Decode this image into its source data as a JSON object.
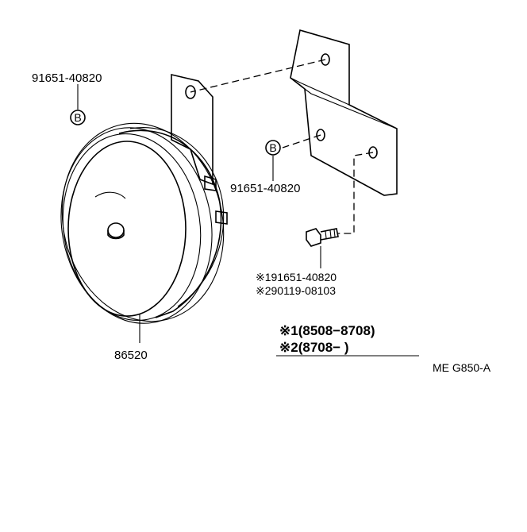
{
  "parts": {
    "bolt_top": "91651-40820",
    "bolt_mid": "91651-40820",
    "horn": "86520",
    "alt_bolt_1": "※191651-40820",
    "alt_bolt_2": "※290119-08103"
  },
  "markers": {
    "b_top": "B",
    "b_mid": "B"
  },
  "notes": {
    "note_1": "※1(8508−8708)",
    "note_2": "※2(8708−          )"
  },
  "figure_code": "ME G850-A"
}
